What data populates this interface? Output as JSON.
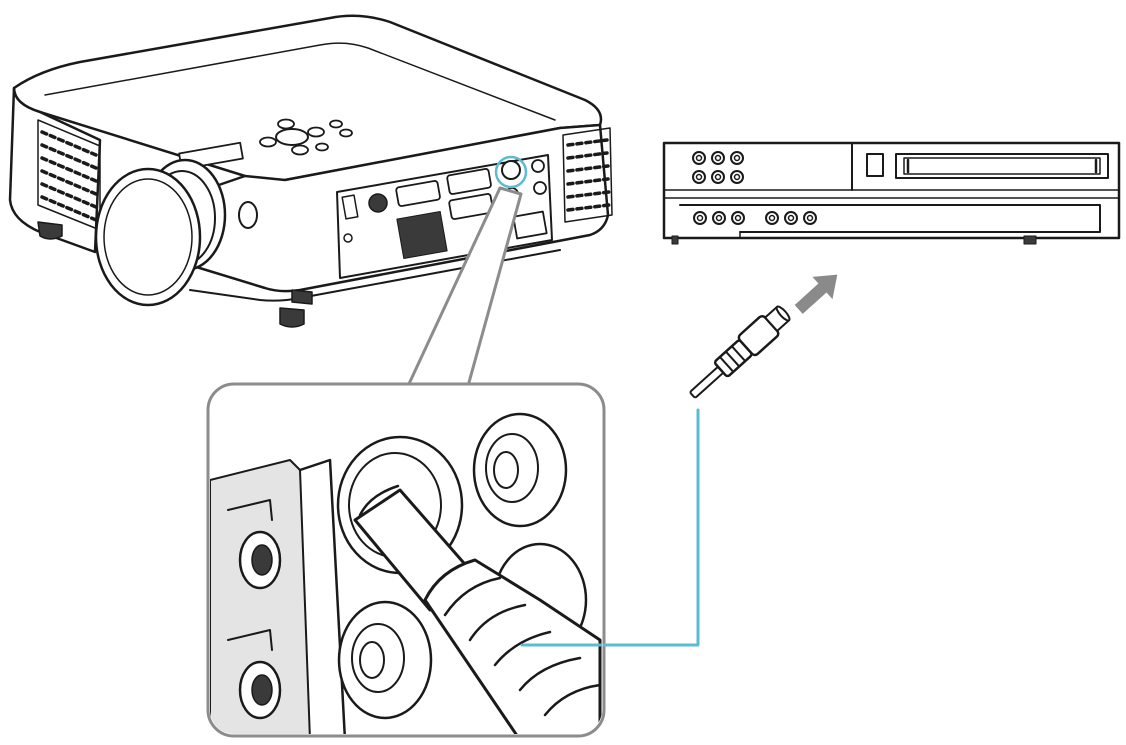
{
  "colors": {
    "line_art": "#1a1a1a",
    "cable_accent": "#5bbcd1",
    "arrow": "#8a8a8a",
    "background": "#ffffff",
    "callout_frame": "#8c8c8c"
  },
  "components": {
    "projector": "projector",
    "video_player": "video-player",
    "video_cable": "video-cable",
    "plug": "rca-plug",
    "zoom_callout": "video-input-zoom-callout",
    "direction_arrow": "insert-direction-arrow"
  }
}
